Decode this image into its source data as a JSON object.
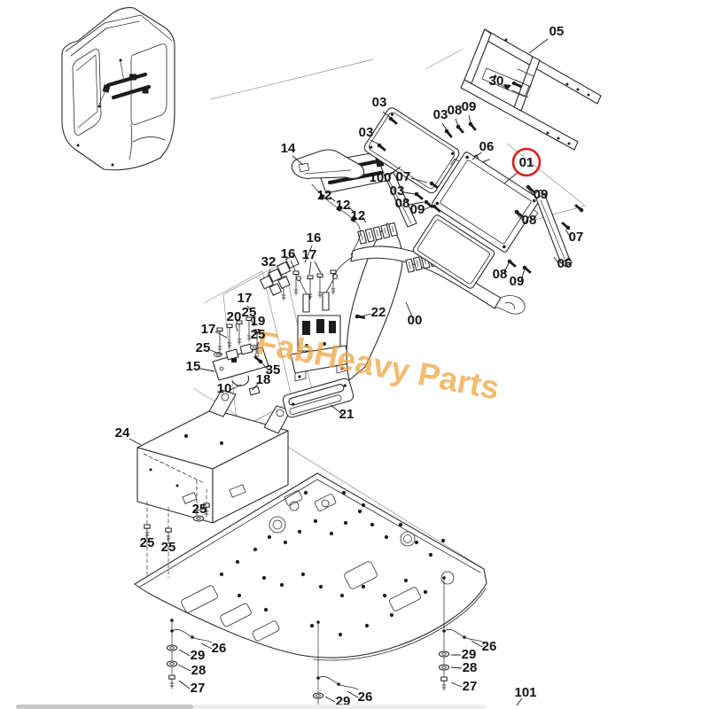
{
  "diagram": {
    "type": "exploded-parts-diagram",
    "highlighted_part": "01",
    "highlight_color": "#dd1f1f",
    "line_color": "#2b2b2b",
    "part_numbers": [
      "00",
      "01",
      "03",
      "05",
      "06",
      "07",
      "08",
      "09",
      "10",
      "12",
      "14",
      "15",
      "16",
      "17",
      "18",
      "19",
      "20",
      "21",
      "22",
      "24",
      "25",
      "26",
      "27",
      "28",
      "29",
      "30",
      "32",
      "35",
      "100",
      "101"
    ]
  },
  "watermark": {
    "text": "FabHeavy Parts",
    "color": "#eda33c"
  },
  "labels": [
    {
      "t": "05"
    },
    {
      "t": "30"
    },
    {
      "t": "03"
    },
    {
      "t": "03"
    },
    {
      "t": "08"
    },
    {
      "t": "09"
    },
    {
      "t": "03"
    },
    {
      "t": "06"
    },
    {
      "t": "01"
    },
    {
      "t": "100"
    },
    {
      "t": "07"
    },
    {
      "t": "03"
    },
    {
      "t": "08"
    },
    {
      "t": "09"
    },
    {
      "t": "14"
    },
    {
      "t": "12"
    },
    {
      "t": "12"
    },
    {
      "t": "12"
    },
    {
      "t": "09"
    },
    {
      "t": "08"
    },
    {
      "t": "07"
    },
    {
      "t": "06"
    },
    {
      "t": "08"
    },
    {
      "t": "09"
    },
    {
      "t": "16"
    },
    {
      "t": "16"
    },
    {
      "t": "17"
    },
    {
      "t": "32"
    },
    {
      "t": "17"
    },
    {
      "t": "25"
    },
    {
      "t": "20"
    },
    {
      "t": "19"
    },
    {
      "t": "25"
    },
    {
      "t": "17"
    },
    {
      "t": "25"
    },
    {
      "t": "15"
    },
    {
      "t": "35"
    },
    {
      "t": "18"
    },
    {
      "t": "10"
    },
    {
      "t": "22"
    },
    {
      "t": "00"
    },
    {
      "t": "21"
    },
    {
      "t": "24"
    },
    {
      "t": "25"
    },
    {
      "t": "25"
    },
    {
      "t": "25"
    },
    {
      "t": "26"
    },
    {
      "t": "29"
    },
    {
      "t": "28"
    },
    {
      "t": "27"
    },
    {
      "t": "26"
    },
    {
      "t": "29"
    },
    {
      "t": "26"
    },
    {
      "t": "29"
    },
    {
      "t": "28"
    },
    {
      "t": "27"
    },
    {
      "t": "101"
    }
  ]
}
